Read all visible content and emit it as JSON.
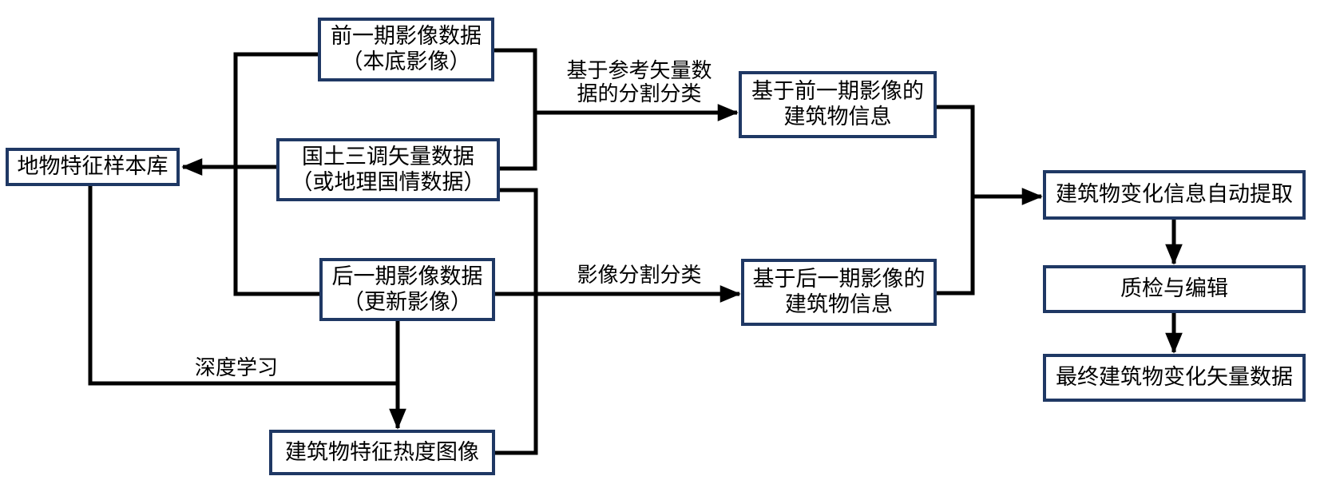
{
  "diagram": {
    "type": "flowchart",
    "colors": {
      "box_border": "#1f3864",
      "box_fill": "#ffffff",
      "connector": "#000000",
      "text": "#000000",
      "background": "#ffffff"
    },
    "nodes": [
      {
        "id": "sample-library",
        "line1": "地物特征样本库",
        "line2": ""
      },
      {
        "id": "previous-image",
        "line1": "前一期影像数据",
        "line2": "（本底影像）"
      },
      {
        "id": "survey-vector",
        "line1": "国土三调矢量数据",
        "line2": "（或地理国情数据）"
      },
      {
        "id": "latest-image",
        "line1": "后一期影像数据",
        "line2": "（更新影像）"
      },
      {
        "id": "feature-heatmap",
        "line1": "建筑物特征热度图像",
        "line2": ""
      },
      {
        "id": "buildings-previous",
        "line1": "基于前一期影像的",
        "line2": "建筑物信息"
      },
      {
        "id": "buildings-latest",
        "line1": "基于后一期影像的",
        "line2": "建筑物信息"
      },
      {
        "id": "auto-extract",
        "line1": "建筑物变化信息自动提取",
        "line2": ""
      },
      {
        "id": "qc-edit",
        "line1": "质检与编辑",
        "line2": ""
      },
      {
        "id": "final-vector",
        "line1": "最终建筑物变化矢量数据",
        "line2": ""
      }
    ],
    "edge_labels": {
      "seg_ref_line1": "基于参考矢量数",
      "seg_ref_line2": "据的分割分类",
      "seg_img": "影像分割分类",
      "deep_learning": "深度学习"
    }
  }
}
